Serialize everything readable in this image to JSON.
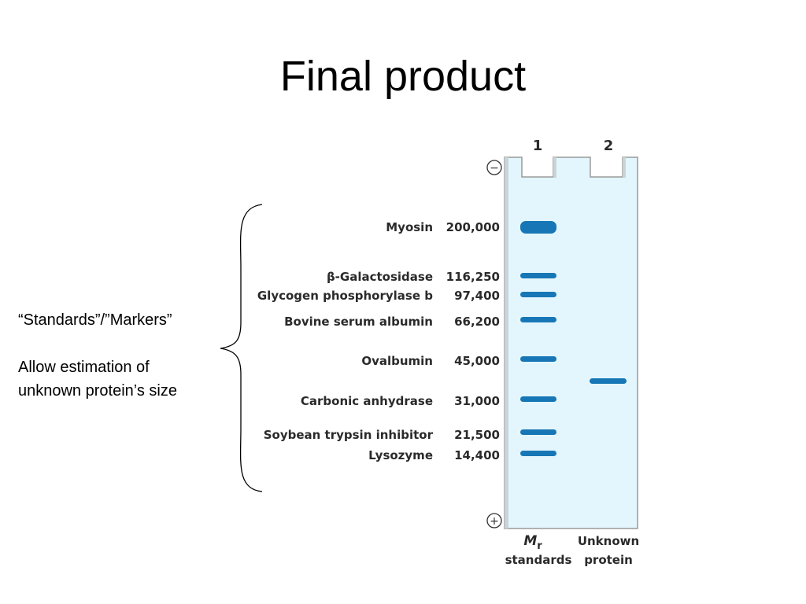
{
  "slide": {
    "title": "Final product",
    "notes": {
      "standards": "“Standards”/”Markers”",
      "allow_line1": "Allow estimation of",
      "allow_line2": "unknown protein’s size"
    }
  },
  "gel": {
    "lane_numbers": [
      "1",
      "2"
    ],
    "negative_symbol": "−",
    "positive_symbol": "+",
    "markers": [
      {
        "name": "Myosin",
        "mr": "200,000"
      },
      {
        "name": "β-Galactosidase",
        "mr": "116,250"
      },
      {
        "name": "Glycogen phosphorylase b",
        "mr": "97,400"
      },
      {
        "name": "Bovine serum albumin",
        "mr": "66,200"
      },
      {
        "name": "Ovalbumin",
        "mr": "45,000"
      },
      {
        "name": "Carbonic anhydrase",
        "mr": "31,000"
      },
      {
        "name": "Soybean trypsin inhibitor",
        "mr": "21,500"
      },
      {
        "name": "Lysozyme",
        "mr": "14,400"
      }
    ],
    "lane1_caption": {
      "symbol": "M",
      "subscript": "r",
      "line2": "standards"
    },
    "lane2_caption": {
      "line1": "Unknown",
      "line2": "protein"
    },
    "colors": {
      "gel_fill": "#e3f6fd",
      "band": "#1777b6",
      "gel_border": "#9a9a9a"
    }
  }
}
